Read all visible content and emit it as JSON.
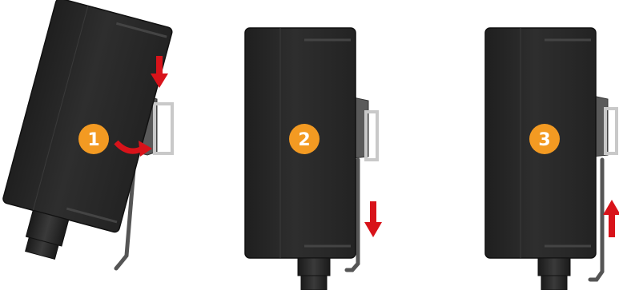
{
  "steps": [
    {
      "number": "1",
      "arrows": [
        "down",
        "curved-right"
      ]
    },
    {
      "number": "2",
      "arrows": [
        "down"
      ]
    },
    {
      "number": "3",
      "arrows": [
        "up"
      ]
    }
  ],
  "colors": {
    "enclosure": "#2b2b2b",
    "enclosure_edge": "#3a3a3a",
    "rail": "#c9c9c9",
    "clip": "#5a5a5a",
    "badge": "#f39a22",
    "arrow": "#d8131a"
  },
  "icons": [
    "down-arrow-icon",
    "curved-arrow-icon",
    "up-arrow-icon",
    "din-rail-icon"
  ]
}
